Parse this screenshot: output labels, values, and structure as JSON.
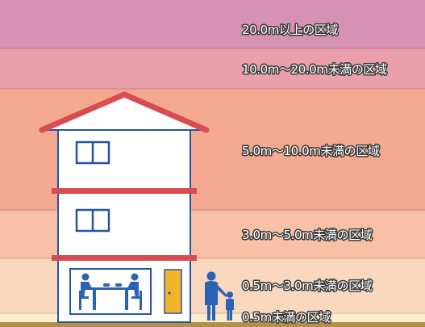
{
  "colors": {
    "zone_20m_plus": "#d592b3",
    "zone_10_20m": "#e9a0ab",
    "zone_5_10m": "#f4a88f",
    "zone_3_5m": "#f8c0a4",
    "zone_05_3m": "#f9d8bf",
    "zone_under_05m": "#fdeccd",
    "ground": "#b39046",
    "house_outline": "#2455a4",
    "roof_trim": "#d84b52",
    "door": "#f2b52a",
    "person": "#2a63b6"
  },
  "zones": [
    {
      "id": "zone_20m_plus",
      "label": "20.0m以上の区域"
    },
    {
      "id": "zone_10_20m",
      "label": "10.0m～20.0m未満の区域"
    },
    {
      "id": "zone_5_10m",
      "label": "5.0m～10.0m未満の区域"
    },
    {
      "id": "zone_3_5m",
      "label": "3.0m～5.0m未満の区域"
    },
    {
      "id": "zone_05_3m",
      "label": "0.5m～3.0m未満の区域"
    },
    {
      "id": "zone_under_05m",
      "label": "0.5m未満の区域"
    }
  ],
  "icons": [
    "house-icon",
    "family-dining-icon",
    "parent-child-icon"
  ]
}
